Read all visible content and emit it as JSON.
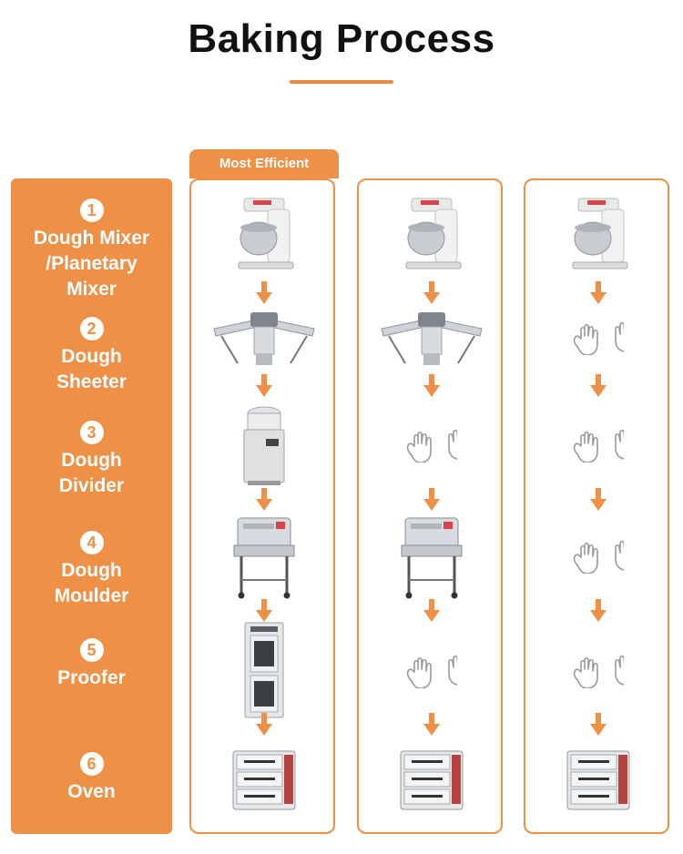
{
  "title": "Baking Process",
  "badge": "Most Efficient",
  "steps": [
    {
      "num": "1",
      "label": "Dough Mixer\n/Planetary\nMixer"
    },
    {
      "num": "2",
      "label": "Dough\nSheeter"
    },
    {
      "num": "3",
      "label": "Dough\nDivider"
    },
    {
      "num": "4",
      "label": "Dough\nMoulder"
    },
    {
      "num": "5",
      "label": "Proofer"
    },
    {
      "num": "6",
      "label": "Oven"
    }
  ],
  "colors": {
    "accent": "#ef9047",
    "hands": "#9a9a9a"
  },
  "columns": [
    {
      "rows": [
        "mixer",
        "sheeter",
        "divider",
        "moulder",
        "proofer",
        "oven"
      ]
    },
    {
      "rows": [
        "mixer",
        "sheeter",
        "hands",
        "moulder",
        "hands",
        "oven"
      ]
    },
    {
      "rows": [
        "mixer",
        "hands",
        "hands",
        "hands",
        "hands",
        "oven"
      ]
    }
  ]
}
